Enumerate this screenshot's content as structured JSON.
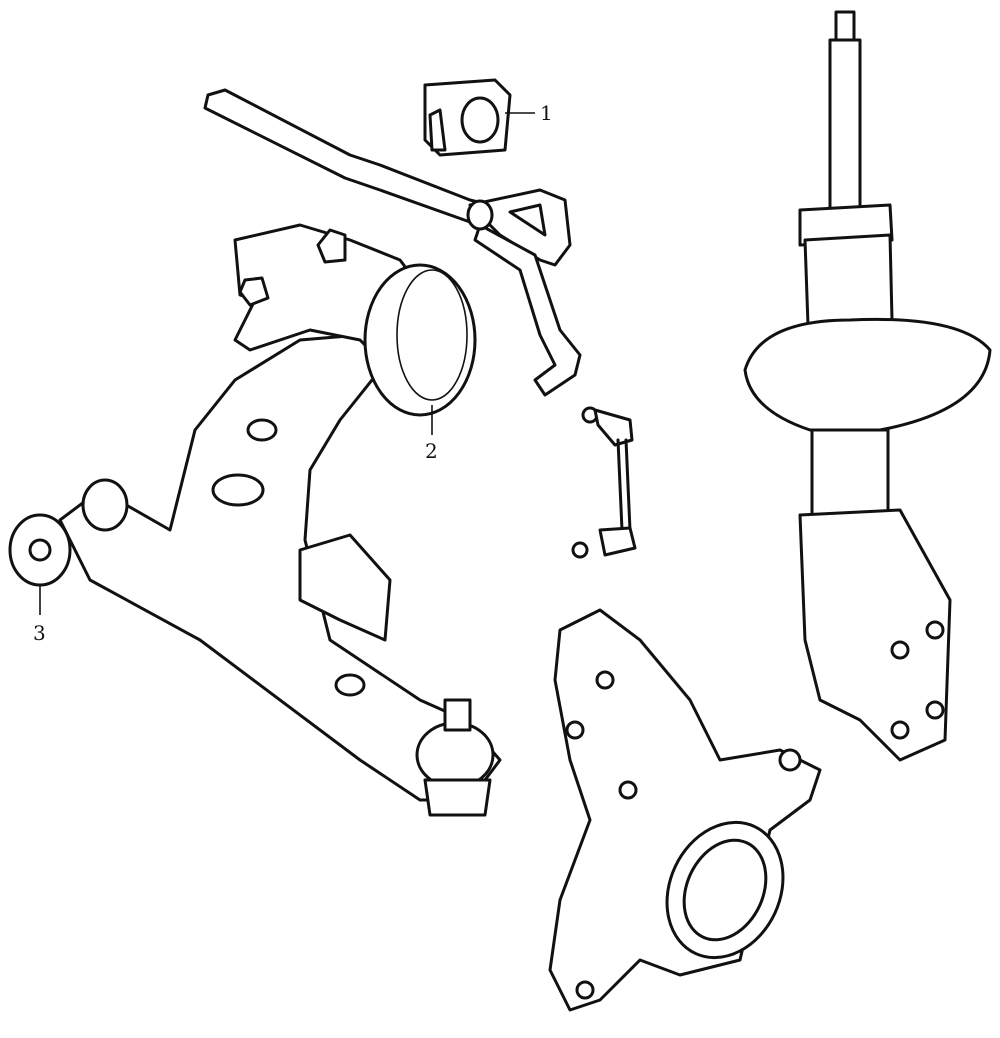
{
  "diagram": {
    "callouts": [
      {
        "number": "1",
        "part": "stabilizer-bar-bushing"
      },
      {
        "number": "2",
        "part": "control-arm-rear-bushing"
      },
      {
        "number": "3",
        "part": "control-arm-front-bushing"
      }
    ],
    "colors": {
      "line": "#111111",
      "background": "#ffffff"
    }
  }
}
